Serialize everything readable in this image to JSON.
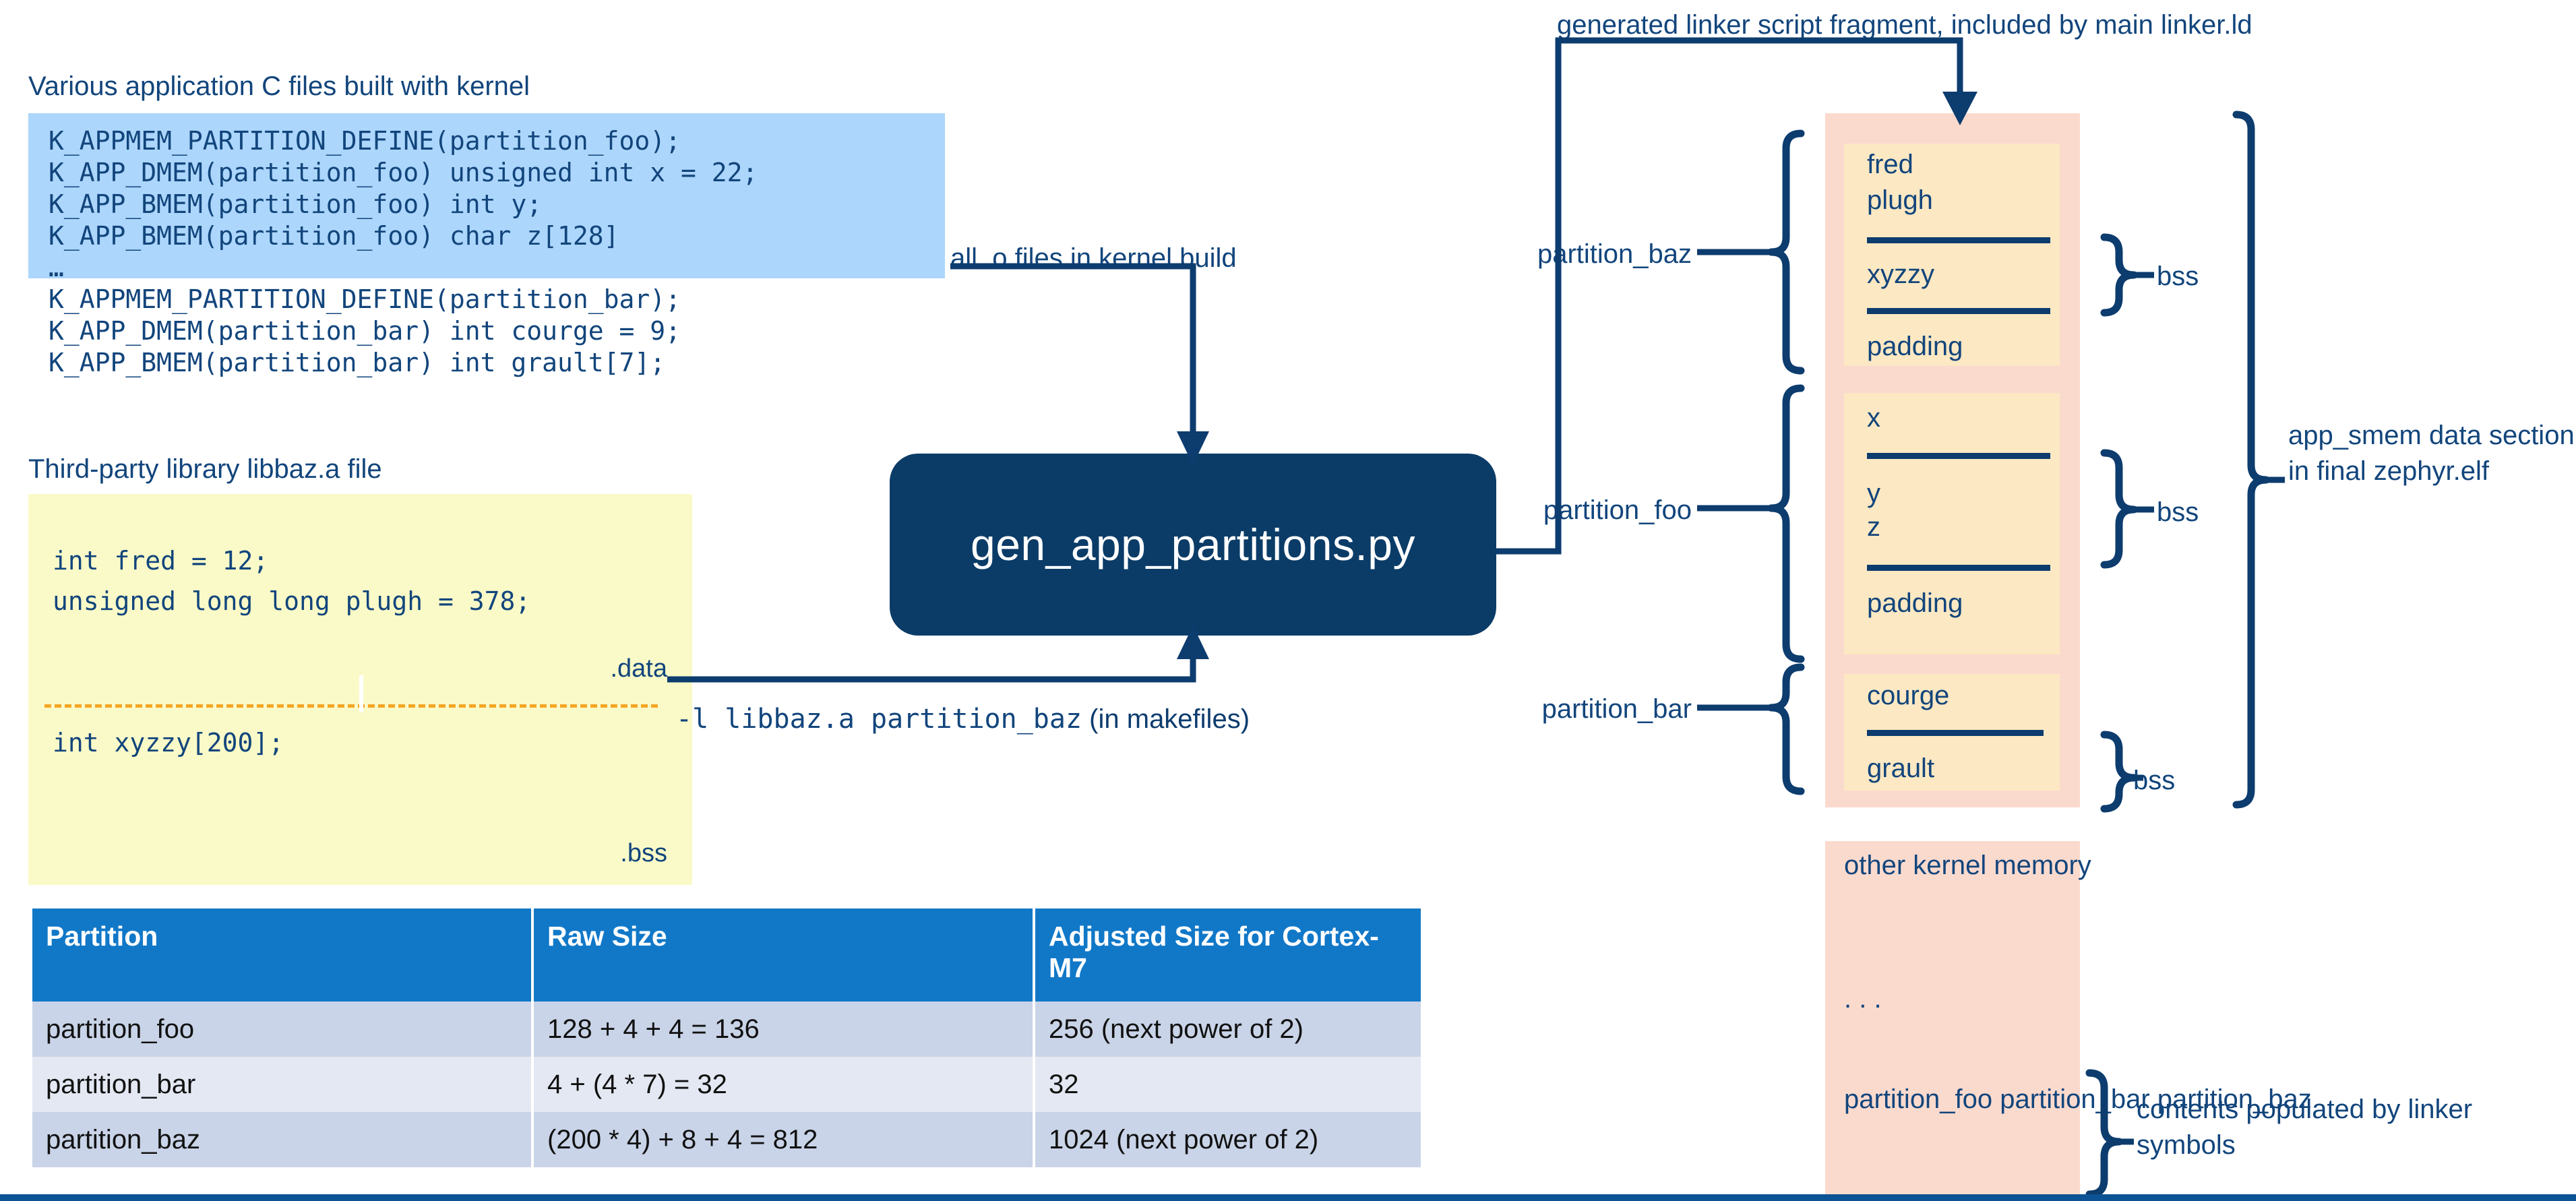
{
  "captions": {
    "c_files": "Various application C files built with kernel",
    "lib_file": "Third-party library libbaz.a file",
    "linker_fragment": "generated linker script fragment, included by main linker.ld",
    "arrow_top": "all .o files in kernel build",
    "arrow_bottom_mono": "-l libbaz.a partition_baz",
    "arrow_bottom_rest": " (in makefiles)"
  },
  "c_code": "K_APPMEM_PARTITION_DEFINE(partition_foo);\nK_APP_DMEM(partition_foo) unsigned int x = 22;\nK_APP_BMEM(partition_foo) int y;\nK_APP_BMEM(partition_foo) char z[128]\n…\nK_APPMEM_PARTITION_DEFINE(partition_bar);\nK_APP_DMEM(partition_bar) int courge = 9;\nK_APP_BMEM(partition_bar) int grault[7];",
  "lib_code_top": "int fred = 12;\nunsigned long long plugh = 378;",
  "lib_code_bottom": "int xyzzy[200];",
  "lib_section_data": ".data",
  "lib_section_bss": ".bss",
  "node": {
    "label": "gen_app_partitions.py"
  },
  "memory": {
    "partitions": [
      {
        "name": "partition_baz",
        "slots": [
          "fred",
          "plugh",
          "xyzzy",
          "padding"
        ],
        "bss_label": "bss"
      },
      {
        "name": "partition_foo",
        "slots": [
          "x",
          "y",
          "z",
          "padding"
        ],
        "bss_label": "bss"
      },
      {
        "name": "partition_bar",
        "slots": [
          "courge",
          "grault"
        ],
        "bss_label": "bss"
      }
    ],
    "app_smem_label": "app_smem\ndata section in\nfinal zephyr.elf",
    "other_kernel_label": "other kernel\nmemory",
    "dots": ".\n.\n.",
    "linker_symbol_list": "partition_foo\npartition_bar\npartition_baz",
    "linker_symbols_note": "contents populated by linker\nsymbols"
  },
  "table": {
    "headers": [
      "Partition",
      "Raw Size",
      "Adjusted Size for Cortex-M7"
    ],
    "rows": [
      [
        "partition_foo",
        "128 + 4 + 4 = 136",
        "256 (next power of 2)"
      ],
      [
        "partition_bar",
        "4 + (4 * 7) = 32",
        "32"
      ],
      [
        "partition_baz",
        "(200 * 4) + 8 + 4 = 812",
        "1024 (next power of 2)"
      ]
    ]
  },
  "colors": {
    "c_box": "#ACD6FB",
    "lib_box": "#FAFAC8",
    "node": "#0B3C68",
    "pink": "#FBDACE",
    "cream": "#FCE8C3",
    "ink": "#12457c",
    "table_header": "#1178C8",
    "row_odd": "#C9D4E8",
    "row_even": "#E3E8F2",
    "dash": "#F5A623",
    "bottom_bar": "#0B5394"
  }
}
